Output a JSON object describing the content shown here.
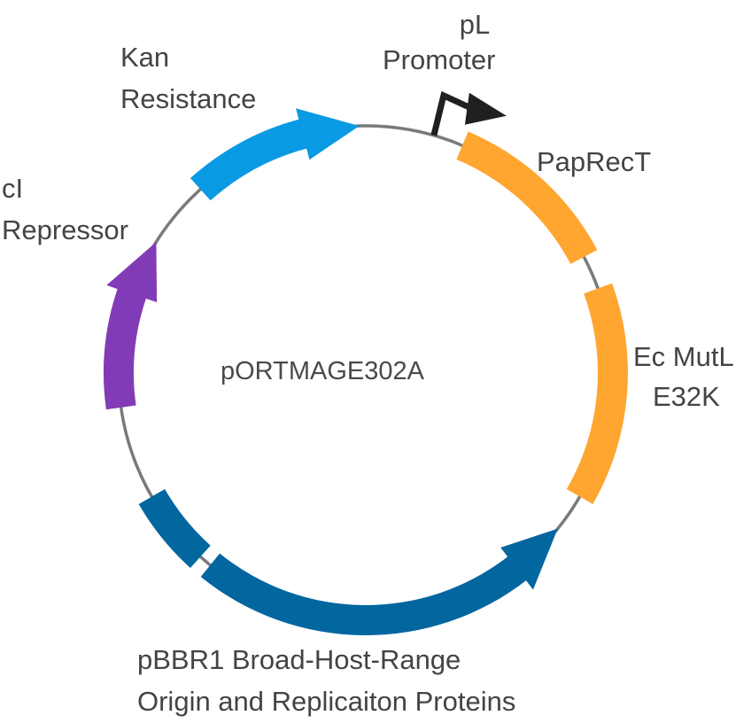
{
  "plasmid": {
    "name": "pORTMAGE302A",
    "backbone_color": "#7a7a7a"
  },
  "features": [
    {
      "id": "kan",
      "label_lines": [
        "Kan",
        "Resistance"
      ],
      "type": "gene",
      "start_deg": -42,
      "end_deg": -1.5,
      "direction": "cw",
      "color": "#0a9ae4"
    },
    {
      "id": "papRecT",
      "label_lines": [
        "PapRecT"
      ],
      "type": "gene",
      "start_deg": 23,
      "end_deg": 62,
      "direction": "none",
      "color": "#ffa631"
    },
    {
      "id": "mutL",
      "label_lines": [
        "Ec MutL",
        "E32K"
      ],
      "type": "gene",
      "start_deg": 70,
      "end_deg": 120,
      "direction": "none",
      "color": "#ffa631"
    },
    {
      "id": "pbbr1_rep",
      "label_lines": [
        "pBBR1 Broad-Host-Range",
        "Origin and Replicaiton Proteins"
      ],
      "type": "gene",
      "start_deg": 219,
      "end_deg": 129,
      "direction": "ccw",
      "color": "#02669f"
    },
    {
      "id": "pbbr1_ori",
      "label_lines": [],
      "type": "origin",
      "start_deg": 240,
      "end_deg": 222,
      "direction": "none",
      "color": "#02669f"
    },
    {
      "id": "cI",
      "label_lines": [
        "cI",
        "Repressor"
      ],
      "type": "gene",
      "start_deg": 262,
      "end_deg": 302,
      "direction": "cw",
      "color": "#823bb6"
    }
  ],
  "promoter": {
    "label_lines": [
      "pL",
      "Promoter"
    ],
    "deg": 16,
    "color": "#202020"
  }
}
